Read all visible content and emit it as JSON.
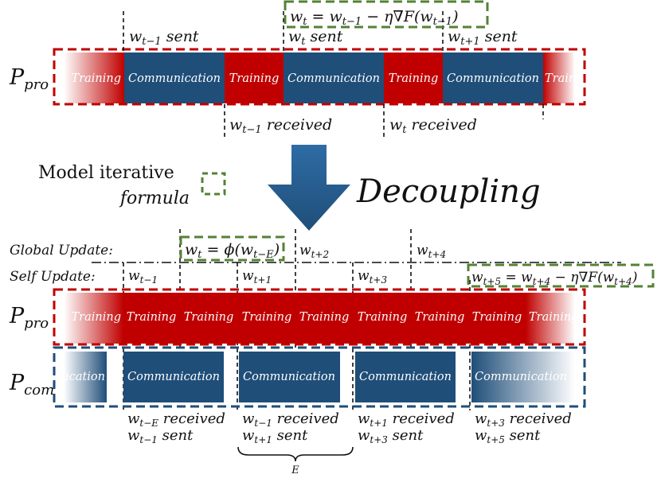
{
  "colors": {
    "training": "#c00000",
    "communication": "#1f4e79",
    "processor_border": "#c00000",
    "comm_border": "#1f4e79",
    "formula_border": "#548235",
    "arrow": "#1f4e79"
  },
  "top": {
    "row_label": "P",
    "row_label_sub": "pro",
    "segments": [
      "Training",
      "Communication",
      "Training",
      "Communication",
      "Training",
      "Communication",
      "Training"
    ],
    "formula": "w_t = w_{t-1} − η∇F(w_{t-1})",
    "formula_text": "w",
    "sent_labels": [
      "w_{t-1} sent",
      "w_t sent",
      "w_{t+1} sent"
    ],
    "received_labels": [
      "w_{t-1} received",
      "w_t received"
    ]
  },
  "legend": {
    "line1": "Model iterative",
    "line2": "formula"
  },
  "arrow_label": "Decoupling",
  "bottom": {
    "global_update_label": "Global Update:",
    "self_update_label": "Self Update:",
    "global_formula": "w_t = φ(w_{t-E})",
    "global_values": [
      "w_{t+2}",
      "w_{t+4}"
    ],
    "self_values": [
      "w_{t-1}",
      "w_{t+1}",
      "w_{t+3}"
    ],
    "self_formula": "w_{t+5} = w_{t+4} − η∇F(w_{t+4})",
    "pro_label": "P",
    "pro_label_sub": "pro",
    "com_label": "P",
    "com_label_sub": "com",
    "training_segments": [
      "Training",
      "Training",
      "Training",
      "Training",
      "Training",
      "Training",
      "Training",
      "Training",
      "Training"
    ],
    "comm_segments": [
      "Communication",
      "Communication",
      "Communication",
      "Communication",
      "Communication"
    ],
    "notes": [
      {
        "received": "w_{t-E} received",
        "sent": "w_{t-1} sent"
      },
      {
        "received": "w_{t-1} received",
        "sent": "w_{t+1} sent"
      },
      {
        "received": "w_{t+1} received",
        "sent": "w_{t+3} sent"
      },
      {
        "received": "w_{t+3} received",
        "sent": "w_{t+5} sent"
      }
    ],
    "brace_label": "E"
  }
}
